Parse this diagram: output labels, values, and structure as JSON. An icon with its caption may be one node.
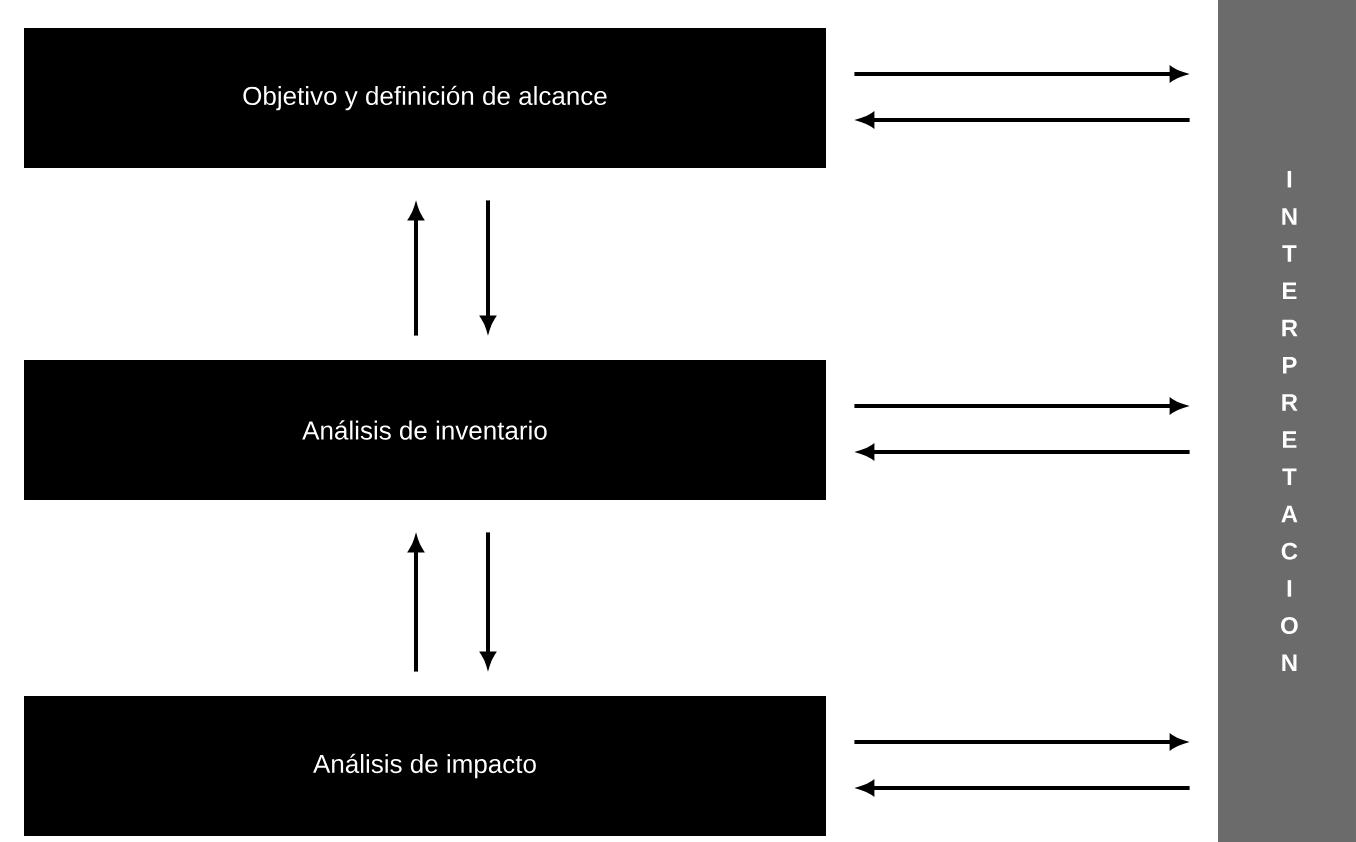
{
  "diagram": {
    "nodes": [
      {
        "text": [
          "Objetivo y definición de alcance"
        ]
      },
      {
        "text": [
          "Análisis de inventario"
        ]
      },
      {
        "text": [
          "Análisis de impacto"
        ]
      },
      {
        "text": [
          "INTERPRETACION"
        ]
      }
    ],
    "edges": [
      {
        "from": 0,
        "to": 3,
        "arrow": "to"
      },
      {
        "from": 3,
        "to": 0,
        "arrow": "to"
      },
      {
        "from": 1,
        "to": 0,
        "arrow": "to"
      },
      {
        "from": 0,
        "to": 1,
        "arrow": "to"
      },
      {
        "from": 1,
        "to": 3,
        "arrow": "to"
      },
      {
        "from": 3,
        "to": 1,
        "arrow": "to"
      },
      {
        "from": 2,
        "to": 1,
        "arrow": "to"
      },
      {
        "from": 1,
        "to": 2,
        "arrow": "to"
      },
      {
        "from": 2,
        "to": 3,
        "arrow": "to"
      },
      {
        "from": 3,
        "to": 2,
        "arrow": "to"
      }
    ]
  }
}
